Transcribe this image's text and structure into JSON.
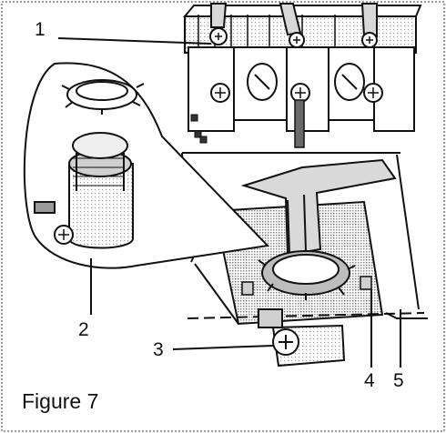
{
  "figure": {
    "caption": "Figure 7",
    "callouts": [
      "1",
      "2",
      "3",
      "4",
      "5"
    ]
  },
  "colors": {
    "border_dots": "#9a9a9a",
    "line": "#111111",
    "shading": "#b9b9b9",
    "background": "#ffffff"
  }
}
